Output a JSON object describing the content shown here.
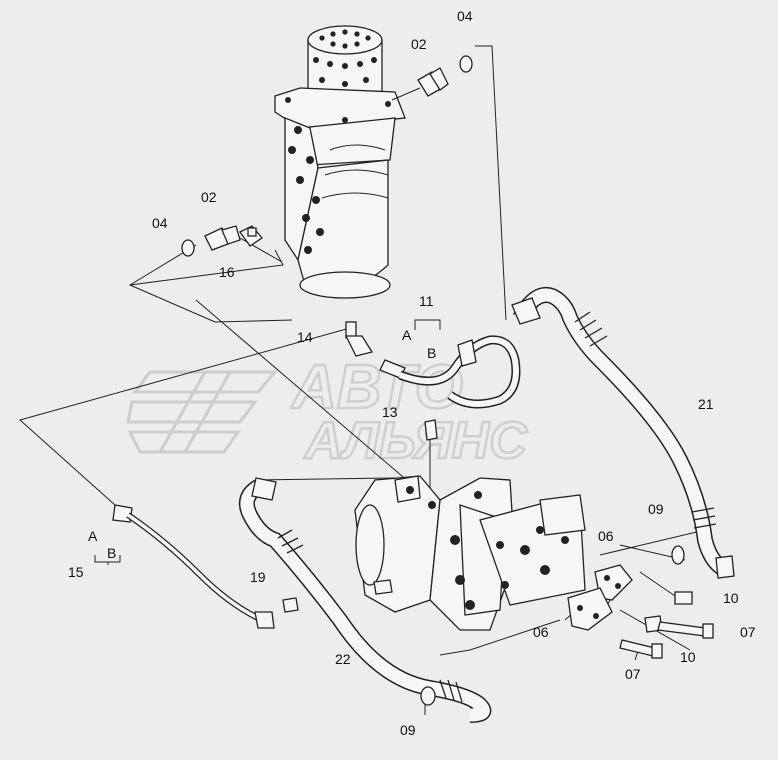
{
  "watermark": {
    "line1": "АВТО",
    "line2": "АЛЬЯНС"
  },
  "callouts": [
    {
      "id": "c04a",
      "text": "04"
    },
    {
      "id": "c02a",
      "text": "02"
    },
    {
      "id": "c02b",
      "text": "02"
    },
    {
      "id": "c04b",
      "text": "04"
    },
    {
      "id": "c16",
      "text": "16"
    },
    {
      "id": "c11",
      "text": "11"
    },
    {
      "id": "c14",
      "text": "14"
    },
    {
      "id": "cA1",
      "text": "A"
    },
    {
      "id": "cB1",
      "text": "B"
    },
    {
      "id": "c13",
      "text": "13"
    },
    {
      "id": "c21",
      "text": "21"
    },
    {
      "id": "c09a",
      "text": "09"
    },
    {
      "id": "c06a",
      "text": "06"
    },
    {
      "id": "cA2",
      "text": "A"
    },
    {
      "id": "cB2",
      "text": "B"
    },
    {
      "id": "c15",
      "text": "15"
    },
    {
      "id": "c19",
      "text": "19"
    },
    {
      "id": "c10a",
      "text": "10"
    },
    {
      "id": "c07a",
      "text": "07"
    },
    {
      "id": "c06b",
      "text": "06"
    },
    {
      "id": "c10b",
      "text": "10"
    },
    {
      "id": "c22",
      "text": "22"
    },
    {
      "id": "c07b",
      "text": "07"
    },
    {
      "id": "c09b",
      "text": "09"
    }
  ]
}
